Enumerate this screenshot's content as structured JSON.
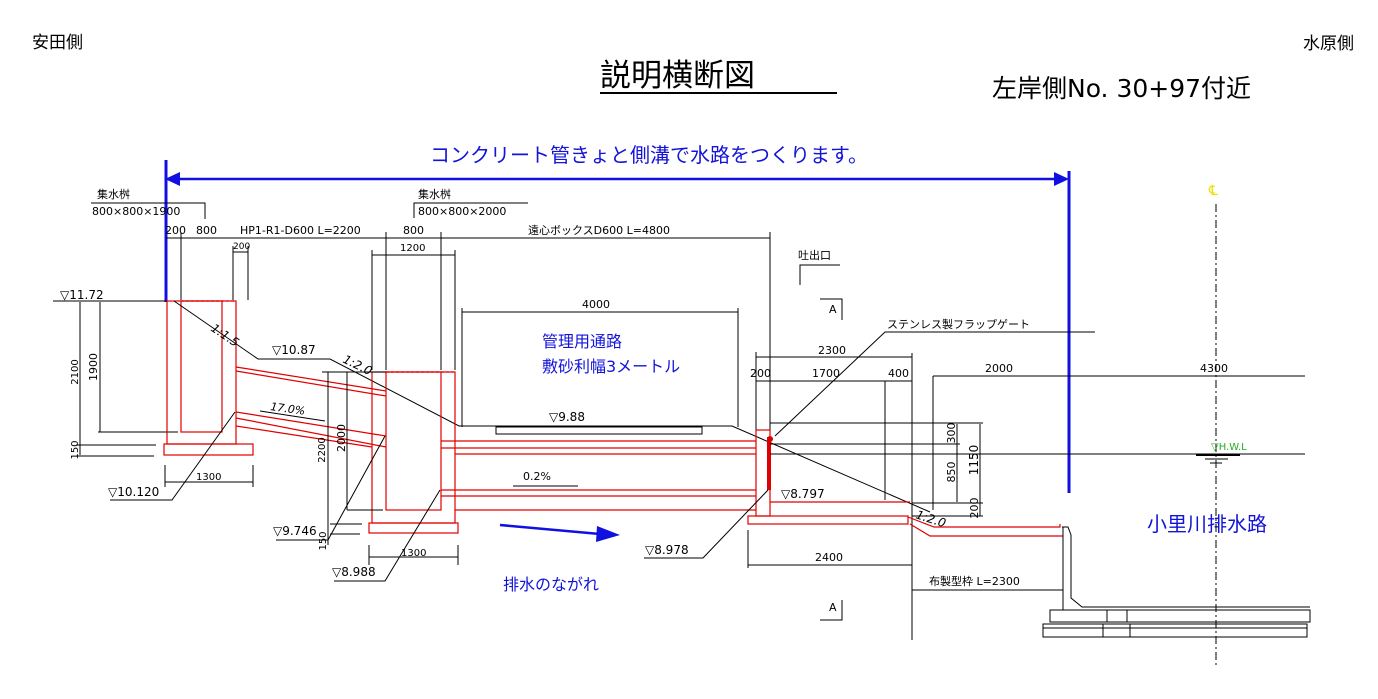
{
  "header": {
    "left_side": "安田側",
    "right_side": "水原側",
    "title": "説明横断図",
    "location": "左岸側No. 30+97付近"
  },
  "banner": "コンクリート管きょと側溝で水路をつくります。",
  "colors": {
    "structure": "#e00000",
    "annotation": "#1414d8",
    "centerline": "#f0e000",
    "water_level": "#20b020"
  },
  "catch_basin_1": {
    "label": "集水桝",
    "size": "800×800×1900"
  },
  "catch_basin_2": {
    "label": "集水桝",
    "size": "800×800×2000"
  },
  "outlet_label": "吐出口",
  "gate_label": "ステンレス製フラップゲート",
  "road": {
    "width_dim": "4000",
    "line1": "管理用通路",
    "line2": "敷砂利幅3メートル"
  },
  "dimensions": {
    "d_200a": "200",
    "d_800a": "800",
    "pipe1": "HP1-R1-D600  L=2200",
    "d_200b": "200",
    "d_800b": "800",
    "d_1200": "1200",
    "box": "遠心ボックスD600  L=4800",
    "d_1900": "1900",
    "d_2100": "2100",
    "d_150a": "150",
    "d_1300a": "1300",
    "d_2200": "2200",
    "d_2000v": "2000",
    "d_150b": "150",
    "d_1300b": "1300",
    "d_2300": "2300",
    "d_200c": "200",
    "d_1700": "1700",
    "d_400": "400",
    "d_2000h": "2000",
    "d_4300": "4300",
    "d_300": "300",
    "d_850": "850",
    "d_1150": "1150",
    "d_200d": "200",
    "d_2400": "2400",
    "formwork": "布製型枠  L=2300"
  },
  "slopes": {
    "s1": "1:1.5",
    "s2": "1:2.0",
    "s3": "1:2.0",
    "grade1": "17.0%",
    "grade2": "0.2%"
  },
  "levels": {
    "l_1172": "▽11.72",
    "l_1087": "▽10.87",
    "l_10120": "▽10.120",
    "l_988": "▽9.88",
    "l_9746": "▽9.746",
    "l_8988": "▽8.988",
    "l_8978": "▽8.978",
    "l_8797": "▽8.797",
    "hwl": "▽H.W.L"
  },
  "section_marks": {
    "top": "A",
    "bottom": "A"
  },
  "centerline_symbol": "℄",
  "flow_label": "排水のながれ",
  "river_label": "小里川排水路"
}
